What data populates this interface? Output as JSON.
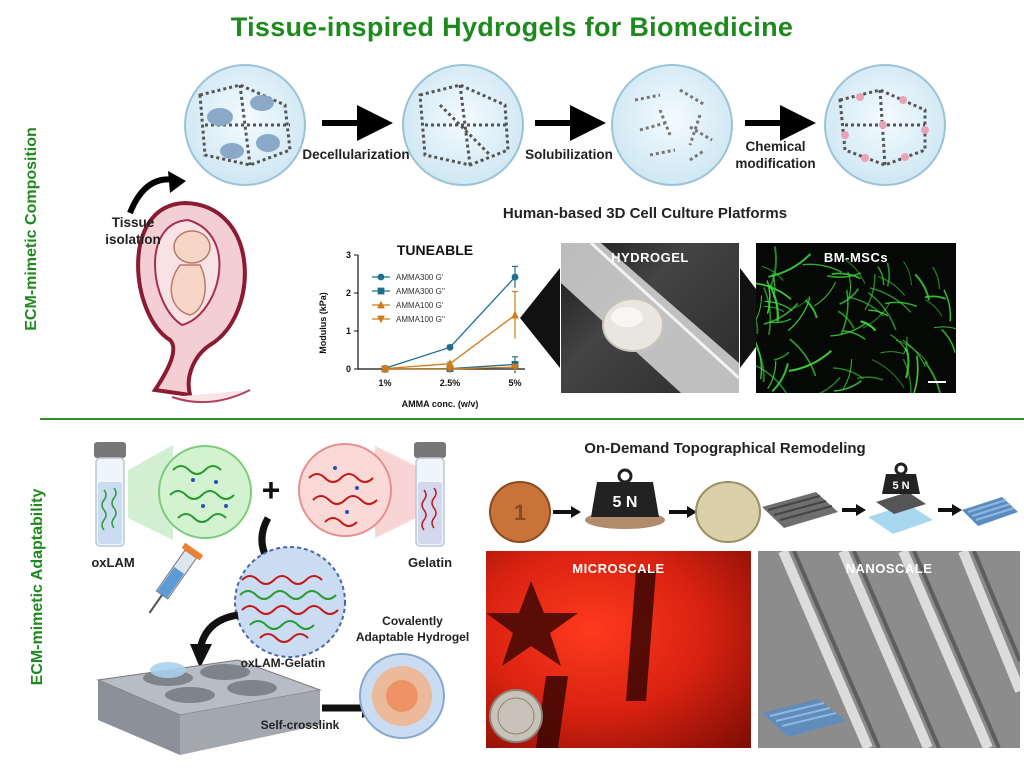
{
  "title": "Tissue-inspired Hydrogels for Biomedicine",
  "sections": {
    "top_label": "ECM-mimetic Composition",
    "bottom_label": "ECM-mimetic Adaptability"
  },
  "top": {
    "tissue_isolation": [
      "Tissue",
      "isolation"
    ],
    "steps": {
      "decellularization": "Decellularization",
      "solubilization": "Solubilization",
      "chemical_modification": [
        "Chemical",
        "modification"
      ]
    },
    "platforms_heading": "Human-based 3D Cell Culture Platforms",
    "hydrogel_label": "HYDROGEL",
    "cells_label": "BM-MSCs"
  },
  "chart_data": {
    "type": "line",
    "title": "TUNEABLE",
    "xlabel": "AMMA conc. (w/v)",
    "ylabel": "Modulus (kPa)",
    "categories": [
      "1%",
      "2.5%",
      "5%"
    ],
    "ylim": [
      0,
      3
    ],
    "yticks": [
      0,
      1,
      2,
      3
    ],
    "legend_position": "top-left",
    "series": [
      {
        "name": "AMMA300 G'",
        "values": [
          0.02,
          0.57,
          2.42
        ],
        "error": [
          0.02,
          0.05,
          0.28
        ],
        "color": "#1e6e8c",
        "marker": "circle"
      },
      {
        "name": "AMMA300 G''",
        "values": [
          0.0,
          0.01,
          0.12
        ],
        "error": [
          0.0,
          0.01,
          0.2
        ],
        "color": "#1e6e8c",
        "marker": "square"
      },
      {
        "name": "AMMA100 G'",
        "values": [
          0.01,
          0.14,
          1.42
        ],
        "error": [
          0.01,
          0.04,
          0.62
        ],
        "color": "#d07a1c",
        "marker": "triangle-up"
      },
      {
        "name": "AMMA100 G''",
        "values": [
          0.0,
          0.0,
          0.05
        ],
        "error": [
          0.0,
          0.0,
          0.05
        ],
        "color": "#d07a1c",
        "marker": "triangle-down"
      }
    ]
  },
  "bottom": {
    "oxlam_label": "oxLAM",
    "gelatin_label": "Gelatin",
    "plus": "+",
    "mix_label": "oxLAM-Gelatin",
    "hydrogel_label": [
      "Covalently",
      "Adaptable Hydrogel"
    ],
    "crosslink_label": "Self-crosslink",
    "remodel_heading": "On-Demand Topographical Remodeling",
    "weight_label": "5 N",
    "micro_label": "MICROSCALE",
    "nano_label": "NANOSCALE"
  },
  "colors": {
    "title_green": "#1e8a1e",
    "chart_blue": "#1e6e8c",
    "chart_orange": "#d07a1c",
    "cell_green": "#3ed43e",
    "micro_red": "#c42010"
  }
}
